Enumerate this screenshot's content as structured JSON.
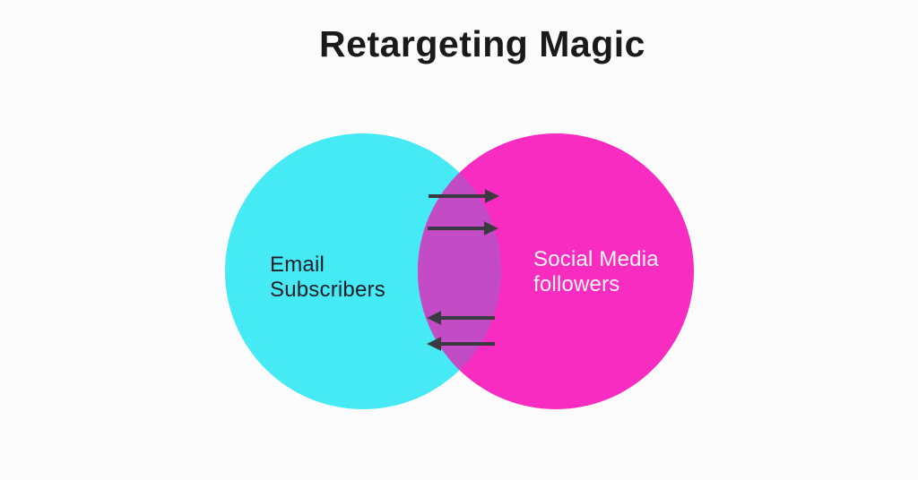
{
  "title": "Retargeting Magic",
  "diagram": {
    "type": "venn",
    "left_set": {
      "label": "Email Subscribers",
      "line1": "Email",
      "line2": "Subscribers"
    },
    "right_set": {
      "label": "Social Media followers",
      "line1": "Social Media",
      "line2": "followers"
    },
    "overlap_arrows": [
      {
        "direction": "right"
      },
      {
        "direction": "right"
      },
      {
        "direction": "left"
      },
      {
        "direction": "left"
      }
    ]
  },
  "colors": {
    "background": "#FCFCFC",
    "email_circle": "#45EAF4",
    "social_circle": "#F92CC1",
    "overlap": "#C34CC6",
    "arrow": "#3A3A40",
    "title_text": "#1A1A1A",
    "email_label_text": "#1E1E28",
    "social_label_text": "#FDF7FB"
  }
}
